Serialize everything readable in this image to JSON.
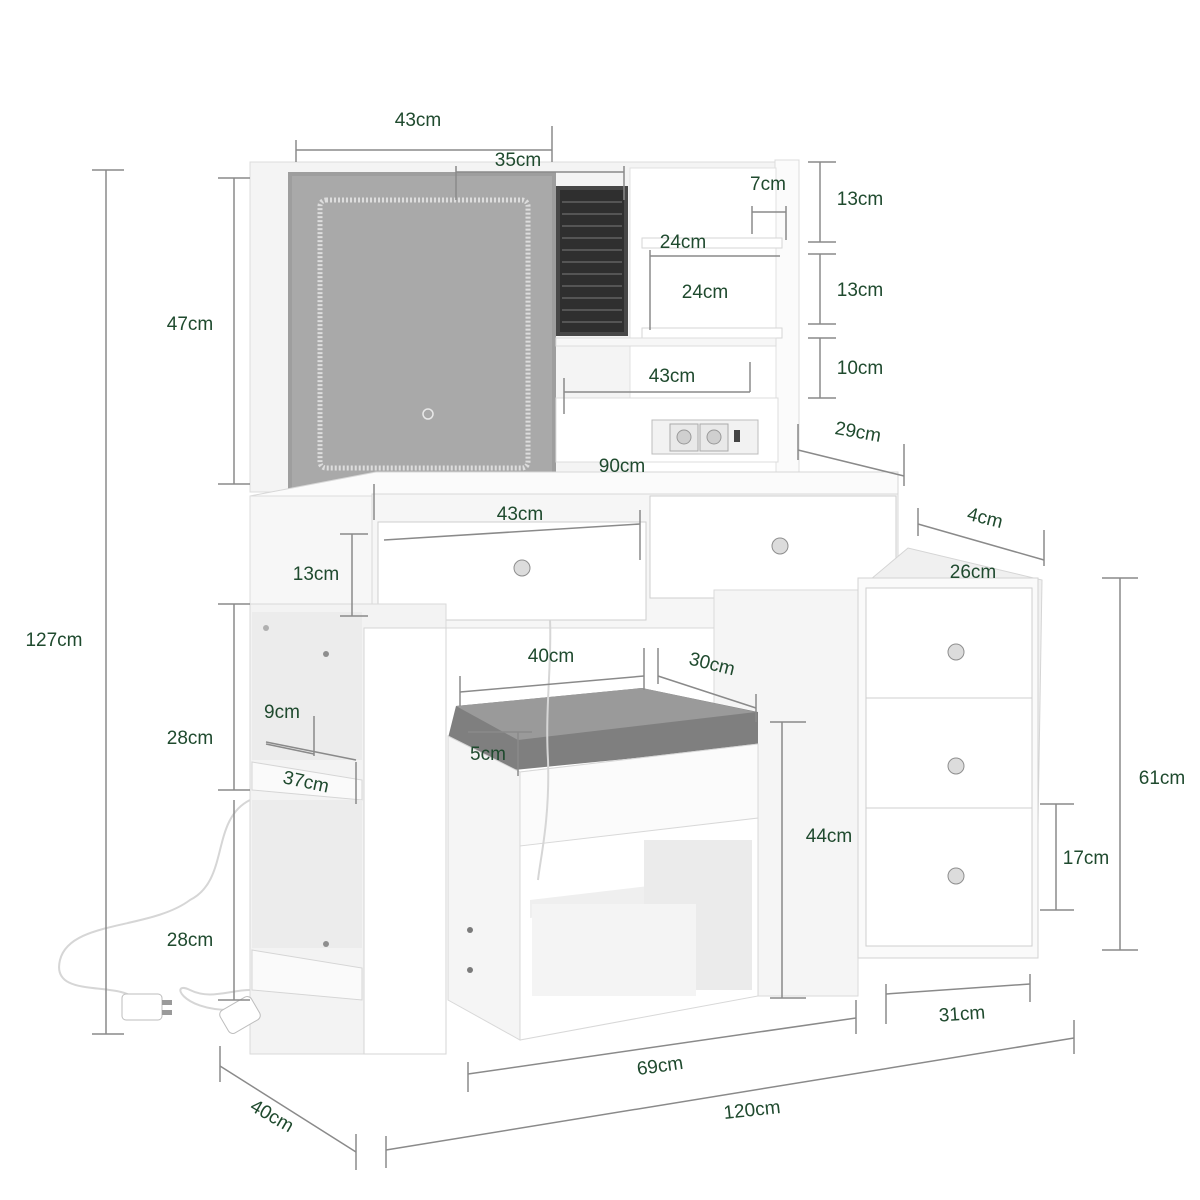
{
  "dimensions": {
    "mirror_cabinet_width": "43cm",
    "mirror_width": "35cm",
    "top_shelf_depth_small": "7cm",
    "top_shelf_height_1": "13cm",
    "shelf_width_1": "24cm",
    "shelf_width_2": "24cm",
    "top_shelf_height_2": "13cm",
    "lower_shelf_width": "43cm",
    "lower_shelf_height": "10cm",
    "hutch_height": "47cm",
    "hutch_depth": "29cm",
    "desk_depth_width": "90cm",
    "drawer_width": "43cm",
    "drawer_height": "13cm",
    "offset_depth": "4cm",
    "cabinet_top_depth": "26cm",
    "total_height": "127cm",
    "side_shelf_height_upper": "28cm",
    "side_shelf_depth": "9cm",
    "side_shelf_width": "37cm",
    "side_shelf_height_lower": "28cm",
    "stool_width": "40cm",
    "stool_depth": "30cm",
    "cushion_height": "5cm",
    "stool_height": "44cm",
    "cabinet_height": "61cm",
    "cabinet_drawer_height": "17cm",
    "cabinet_width": "31cm",
    "knee_space_width": "69cm",
    "total_width": "120cm",
    "total_depth": "40cm"
  },
  "colors": {
    "label": "#1f4a2e",
    "furniture": "#ffffff",
    "mirror": "#9c9c9c",
    "cushion": "#8d8d8d",
    "jewelry_panel": "#3c3c3c"
  }
}
